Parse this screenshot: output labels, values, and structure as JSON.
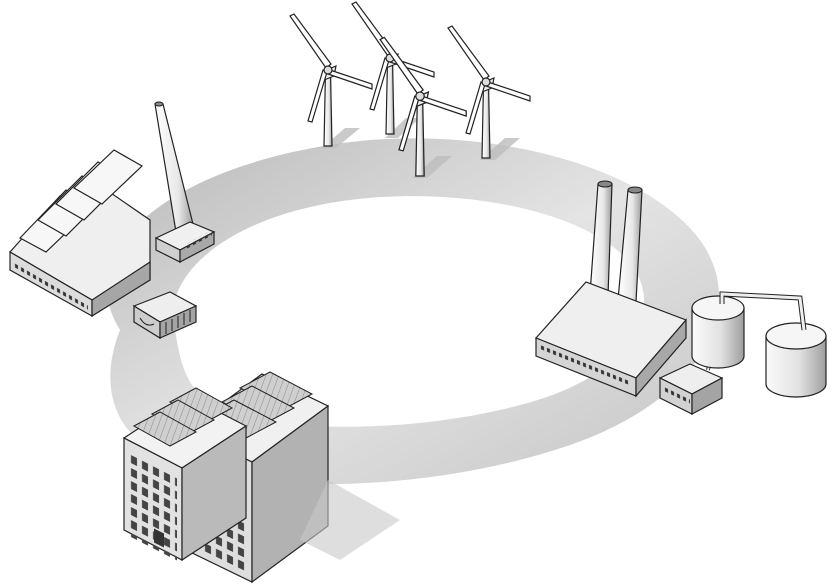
{
  "illustration": {
    "components": [
      {
        "id": "wind-farm",
        "icon": "wind-turbine-icon",
        "count": 4
      },
      {
        "id": "factory",
        "icon": "factory-icon"
      },
      {
        "id": "transformer",
        "icon": "transformer-icon"
      },
      {
        "id": "power-plant",
        "icon": "power-plant-icon"
      },
      {
        "id": "storage-tanks",
        "icon": "storage-tank-icon",
        "count": 2
      },
      {
        "id": "office-buildings",
        "icon": "office-building-icon",
        "count": 2
      }
    ],
    "colors": {
      "ring": "#d2d2d2",
      "ring_shadow": "#9a9a9a",
      "light_face": "#f2f2f2",
      "mid_face": "#d6d6d6",
      "dark_face": "#a8a8a8",
      "outline": "#222222"
    }
  }
}
